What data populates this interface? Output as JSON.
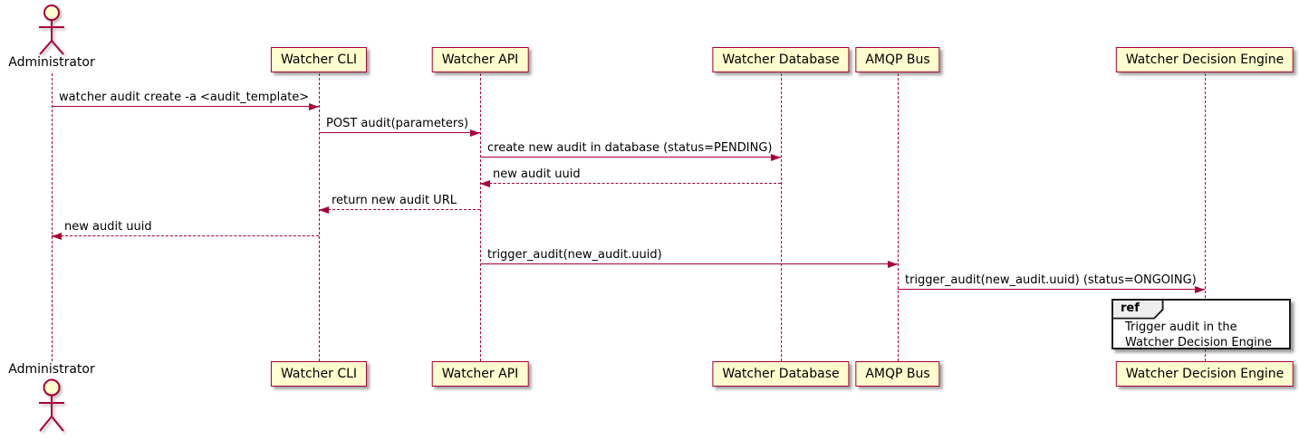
{
  "colors": {
    "accent": "#A80036",
    "participant_fill": "#FEFECE",
    "ref_tab_fill": "#EEEEEE",
    "frame_border": "#1A1A1A",
    "text": "#000000"
  },
  "actor": {
    "name": "Administrator"
  },
  "participants": [
    {
      "name": "Watcher CLI"
    },
    {
      "name": "Watcher API"
    },
    {
      "name": "Watcher Database"
    },
    {
      "name": "AMQP Bus"
    },
    {
      "name": "Watcher Decision Engine"
    }
  ],
  "messages": [
    {
      "from": "Administrator",
      "to": "Watcher CLI",
      "label": "watcher audit create -a <audit_template>",
      "line": "solid",
      "direction": "right"
    },
    {
      "from": "Watcher CLI",
      "to": "Watcher API",
      "label": "POST audit(parameters)",
      "line": "solid",
      "direction": "right"
    },
    {
      "from": "Watcher API",
      "to": "Watcher Database",
      "label": "create new audit in database (status=PENDING)",
      "line": "solid",
      "direction": "right"
    },
    {
      "from": "Watcher Database",
      "to": "Watcher API",
      "label": "new audit uuid",
      "line": "dashed",
      "direction": "left"
    },
    {
      "from": "Watcher API",
      "to": "Watcher CLI",
      "label": "return new audit URL",
      "line": "dashed",
      "direction": "left"
    },
    {
      "from": "Watcher CLI",
      "to": "Administrator",
      "label": "new audit uuid",
      "line": "dashed",
      "direction": "left"
    },
    {
      "from": "Watcher API",
      "to": "AMQP Bus",
      "label": "trigger_audit(new_audit.uuid)",
      "line": "solid",
      "direction": "right"
    },
    {
      "from": "AMQP Bus",
      "to": "Watcher Decision Engine",
      "label": "trigger_audit(new_audit.uuid) (status=ONGOING)",
      "line": "solid",
      "direction": "right"
    }
  ],
  "ref_fragment": {
    "keyword": "ref",
    "lines": [
      "Trigger audit in the",
      "Watcher Decision Engine"
    ]
  }
}
